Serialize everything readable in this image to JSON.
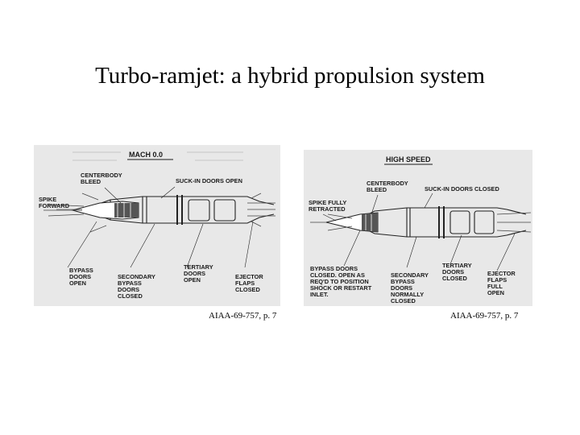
{
  "slide": {
    "title": "Turbo-ramjet: a hybrid propulsion system"
  },
  "figures": [
    {
      "header": "MACH 0.0",
      "labels": {
        "centerbody_1": "CENTERBODY",
        "centerbody_2": "BLEED",
        "suck_in": "SUCK-IN DOORS OPEN",
        "spike_1": "SPIKE",
        "spike_2": "FORWARD",
        "bypass_1": "BYPASS",
        "bypass_2": "DOORS",
        "bypass_3": "OPEN",
        "secondary_1": "SECONDARY",
        "secondary_2": "BYPASS",
        "secondary_3": "DOORS",
        "secondary_4": "CLOSED",
        "tertiary_1": "TERTIARY",
        "tertiary_2": "DOORS",
        "tertiary_3": "OPEN",
        "ejector_1": "EJECTOR",
        "ejector_2": "FLAPS",
        "ejector_3": "CLOSED"
      },
      "caption": "AIAA-69-757, p. 7"
    },
    {
      "header": "HIGH SPEED",
      "labels": {
        "centerbody_1": "CENTERBODY",
        "centerbody_2": "BLEED",
        "suck_in": "SUCK-IN DOORS CLOSED",
        "spike_1": "SPIKE FULLY",
        "spike_2": "RETRACTED",
        "bypass_1": "BYPASS DOORS",
        "bypass_2": "CLOSED.  OPEN AS",
        "bypass_3": "REQ'D TO POSITION",
        "bypass_4": "SHOCK OR RESTART",
        "bypass_5": "INLET.",
        "secondary_1": "SECONDARY",
        "secondary_2": "BYPASS",
        "secondary_3": "DOORS",
        "secondary_4": "NORMALLY",
        "secondary_5": "CLOSED",
        "tertiary_1": "TERTIARY",
        "tertiary_2": "DOORS",
        "tertiary_3": "CLOSED",
        "ejector_1": "EJECTOR",
        "ejector_2": "FLAPS",
        "ejector_3": "FULL",
        "ejector_4": "OPEN"
      },
      "caption": "AIAA-69-757, p. 7"
    }
  ]
}
